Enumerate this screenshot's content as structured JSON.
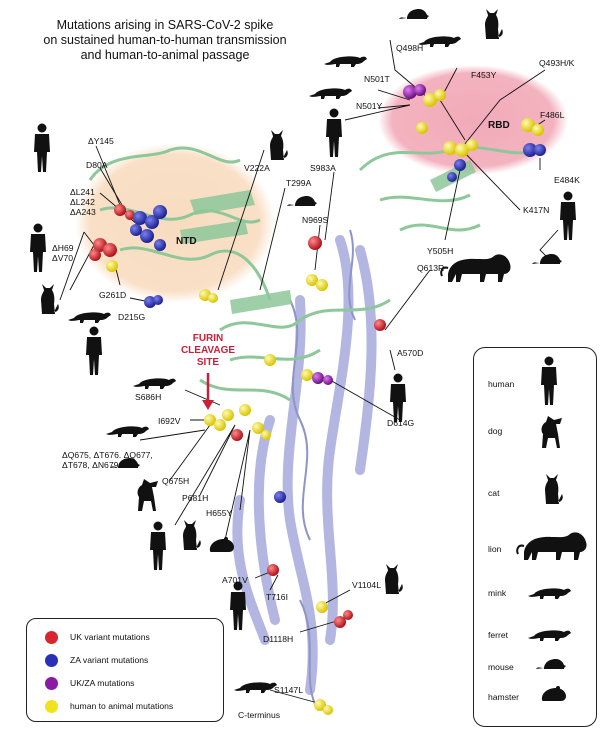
{
  "title_lines": [
    "Mutations arising in SARS-CoV-2 spike",
    "on sustained human-to-human transmission",
    "and human-to-animal passage"
  ],
  "regions": {
    "ntd": "NTD",
    "rbd": "RBD"
  },
  "furin_lines": [
    "FURIN",
    "CLEAVAGE",
    "SITE"
  ],
  "labels": {
    "y145": "ΔY145",
    "d80a": "D80A",
    "l241_lines": [
      "ΔL241",
      "ΔL242",
      "ΔA243"
    ],
    "h69_lines": [
      "ΔH69",
      "ΔV70"
    ],
    "g261d": "G261D",
    "d215g": "D215G",
    "v222a": "V222A",
    "t299a": "T299A",
    "s983a": "S983A",
    "n969s": "N969S",
    "q498h": "Q498H",
    "n501t": "N501T",
    "n501y": "N501Y",
    "f453y": "F453Y",
    "q493hk": "Q493H/K",
    "f486l": "F486L",
    "e484k": "E484K",
    "k417n": "K417N",
    "y505h": "Y505H",
    "q613r": "Q613R",
    "a570d": "A570D",
    "d614g": "D614G",
    "s686h": "S686H",
    "i692v": "I692V",
    "q675_lines": [
      "ΔQ675, ΔT676. ΔQ677,",
      "ΔT678, ΔN679"
    ],
    "q675h": "Q675H",
    "p681h": "P681H",
    "h655y": "H655Y",
    "a701v": "A701V",
    "t716i": "T716I",
    "v1104l": "V1104L",
    "d1118h": "D1118H",
    "s1147l": "S1147L",
    "cterm": "C-terminus"
  },
  "legend": [
    {
      "color": "#d7262e",
      "label": "UK variant mutations"
    },
    {
      "color": "#2a2fb5",
      "label": "ZA variant mutations"
    },
    {
      "color": "#8a1aa3",
      "label": "UK/ZA mutations"
    },
    {
      "color": "#f2e21c",
      "label": "human to animal mutations"
    }
  ],
  "species": [
    "human",
    "dog",
    "cat",
    "lion",
    "mink",
    "ferret",
    "mouse",
    "hamster"
  ],
  "colors": {
    "ntd_glow": "#f8dcc0",
    "rbd_glow": "#f2aab8",
    "s1_green": "#8ec79a",
    "s2_lavender": "#aeb3e0",
    "furin_red": "#c8203a"
  }
}
